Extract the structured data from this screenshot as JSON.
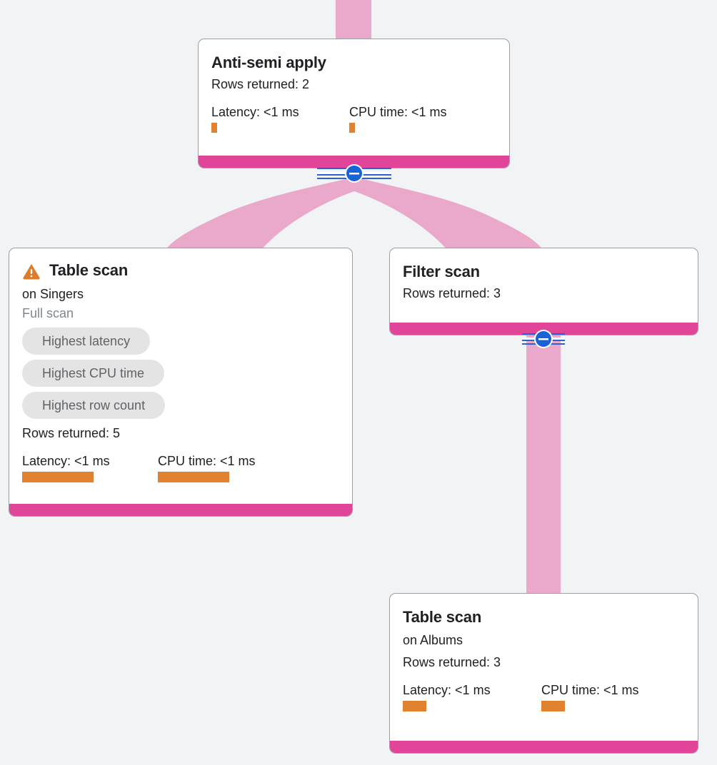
{
  "diagram": {
    "type": "query-execution-plan",
    "background_color": "#f1f3f4",
    "edge_color": "#eaa8ca",
    "node_accent_color": "#e0459a",
    "metric_bar_color": "#e0822f",
    "collapse_color": "#1a62d8"
  },
  "nodes": {
    "anti_semi_apply": {
      "title": "Anti-semi apply",
      "rows_returned": "Rows returned: 2",
      "metrics": [
        {
          "label": "Latency: <1 ms"
        },
        {
          "label": "CPU time: <1 ms"
        }
      ]
    },
    "table_scan_singers": {
      "warning_icon": "warning-triangle-icon",
      "title": "Table scan",
      "target": "on Singers",
      "scan_type": "Full scan",
      "badges": [
        "Highest latency",
        "Highest CPU time",
        "Highest row count"
      ],
      "rows_returned": "Rows returned: 5",
      "metrics": [
        {
          "label": "Latency: <1 ms"
        },
        {
          "label": "CPU time: <1 ms"
        }
      ]
    },
    "filter_scan": {
      "title": "Filter scan",
      "rows_returned": "Rows returned: 3"
    },
    "table_scan_albums": {
      "title": "Table scan",
      "target": "on Albums",
      "rows_returned": "Rows returned: 3",
      "metrics": [
        {
          "label": "Latency: <1 ms"
        },
        {
          "label": "CPU time: <1 ms"
        }
      ]
    }
  },
  "controls": {
    "collapse_anti_semi": "collapse-minus-icon",
    "collapse_filter_scan": "collapse-minus-icon"
  }
}
